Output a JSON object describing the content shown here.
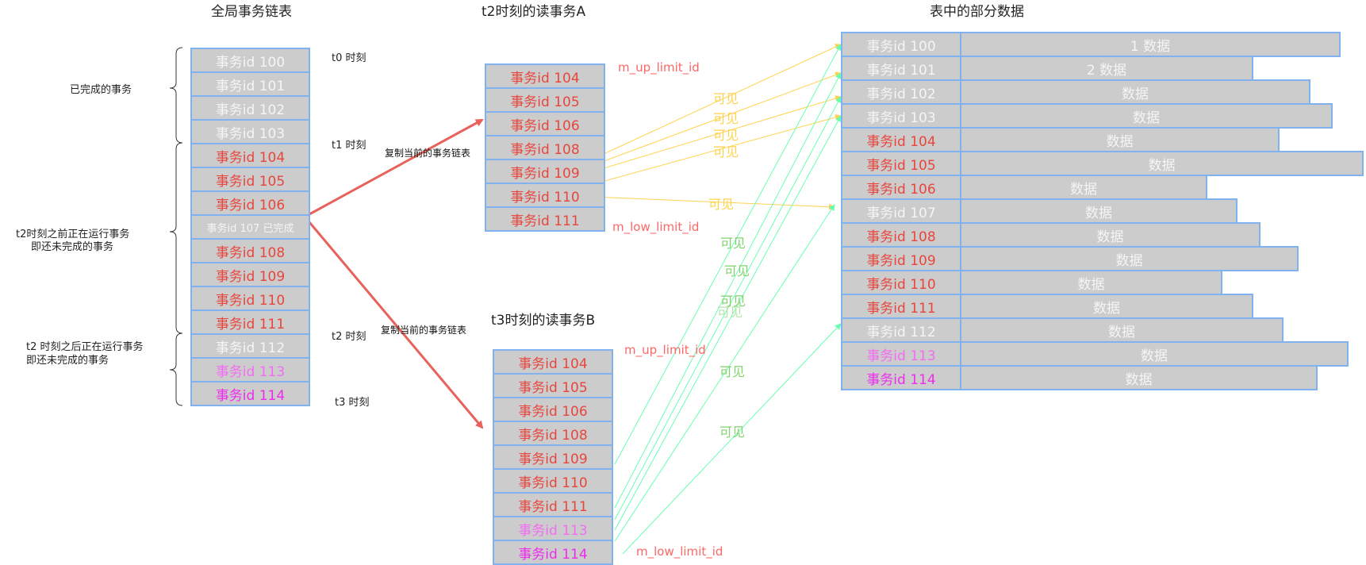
{
  "titles": {
    "global_chain": "全局事务链表",
    "read_a": "t2时刻的读事务A",
    "read_b": "t3时刻的读事务B",
    "table": "表中的部分数据"
  },
  "colors": {
    "white_text": "#f5f5f5",
    "red_text": "#e8463d",
    "magenta_text": "#ee2bee",
    "cell_bg": "#cccccc",
    "cell_border": "#7fb2ee",
    "label_red": "#ff6666",
    "yellow_arrow": "#ffd24d",
    "green_arrow": "#66ffb0",
    "main_arrow": "#e8615a"
  },
  "global_chain": {
    "brace_labels": {
      "completed": "已完成的事务",
      "running_before_t2_line1": "t2时刻之前正在运行事务",
      "running_before_t2_line2": "即还未完成的事务",
      "running_after_t2_line1": "t2 时刻之后正在运行事务",
      "running_after_t2_line2": "即还未完成的事务"
    },
    "time_markers": [
      "t0 时刻",
      "t1 时刻",
      "t2 时刻",
      "t3 时刻"
    ],
    "items": [
      {
        "label": "事务id 100",
        "status": "white"
      },
      {
        "label": "事务id 101",
        "status": "white"
      },
      {
        "label": "事务id 102",
        "status": "white"
      },
      {
        "label": "事务id 103",
        "status": "white"
      },
      {
        "label": "事务id 104",
        "status": "red"
      },
      {
        "label": "事务id 105",
        "status": "red"
      },
      {
        "label": "事务id 106",
        "status": "red"
      },
      {
        "label": "事务id 107 已完成",
        "status": "white_small"
      },
      {
        "label": "事务id 108",
        "status": "red"
      },
      {
        "label": "事务id 109",
        "status": "red"
      },
      {
        "label": "事务id 110",
        "status": "red"
      },
      {
        "label": "事务id 111",
        "status": "red"
      },
      {
        "label": "事务id 112",
        "status": "white"
      },
      {
        "label": "事务id 113",
        "status": "magenta_light"
      },
      {
        "label": "事务id 114",
        "status": "magenta"
      }
    ]
  },
  "copy_label_a": "复制当前的事务链表",
  "copy_label_b": "复制当前的事务链表",
  "read_a": {
    "items": [
      "事务id 104",
      "事务id 105",
      "事务id 106",
      "事务id 108",
      "事务id 109",
      "事务id 110",
      "事务id 111"
    ],
    "up_limit": "m_up_limit_id",
    "low_limit": "m_low_limit_id"
  },
  "read_b": {
    "items": [
      {
        "label": "事务id 104",
        "status": "red"
      },
      {
        "label": "事务id 105",
        "status": "red"
      },
      {
        "label": "事务id 106",
        "status": "red"
      },
      {
        "label": "事务id 108",
        "status": "red"
      },
      {
        "label": "事务id 109",
        "status": "red"
      },
      {
        "label": "事务id 110",
        "status": "red"
      },
      {
        "label": "事务id 111",
        "status": "red"
      },
      {
        "label": "事务id 113",
        "status": "magenta_light"
      },
      {
        "label": "事务id 114",
        "status": "magenta"
      }
    ],
    "up_limit": "m_up_limit_id",
    "low_limit": "m_low_limit_id"
  },
  "visible_label": "可见",
  "visible_label_overlap": "可见",
  "table_rows": [
    {
      "id": "事务id 100",
      "data": "1 数据",
      "status": "white",
      "bar": 1.0
    },
    {
      "id": "事务id 101",
      "data": "2 数据",
      "status": "white",
      "bar": 0.77
    },
    {
      "id": "事务id 102",
      "data": "数据",
      "status": "white",
      "bar": 0.92
    },
    {
      "id": "事务id 103",
      "data": "数据",
      "status": "white",
      "bar": 0.98
    },
    {
      "id": "事务id 104",
      "data": "数据",
      "status": "red",
      "bar": 0.84
    },
    {
      "id": "事务id 105",
      "data": "数据",
      "status": "red",
      "bar": 1.06
    },
    {
      "id": "事务id 106",
      "data": "数据",
      "status": "red",
      "bar": 0.65
    },
    {
      "id": "事务id 107",
      "data": "数据",
      "status": "white",
      "bar": 0.73
    },
    {
      "id": "事务id 108",
      "data": "数据",
      "status": "red",
      "bar": 0.79
    },
    {
      "id": "事务id 109",
      "data": "数据",
      "status": "red",
      "bar": 0.89
    },
    {
      "id": "事务id 110",
      "data": "数据",
      "status": "red",
      "bar": 0.69
    },
    {
      "id": "事务id 111",
      "data": "数据",
      "status": "red",
      "bar": 0.77
    },
    {
      "id": "事务id 112",
      "data": "数据",
      "status": "white",
      "bar": 0.85
    },
    {
      "id": "事务id 113",
      "data": "数据",
      "status": "magenta_light",
      "bar": 1.02
    },
    {
      "id": "事务id 114",
      "data": "数据",
      "status": "magenta",
      "bar": 0.94
    }
  ]
}
